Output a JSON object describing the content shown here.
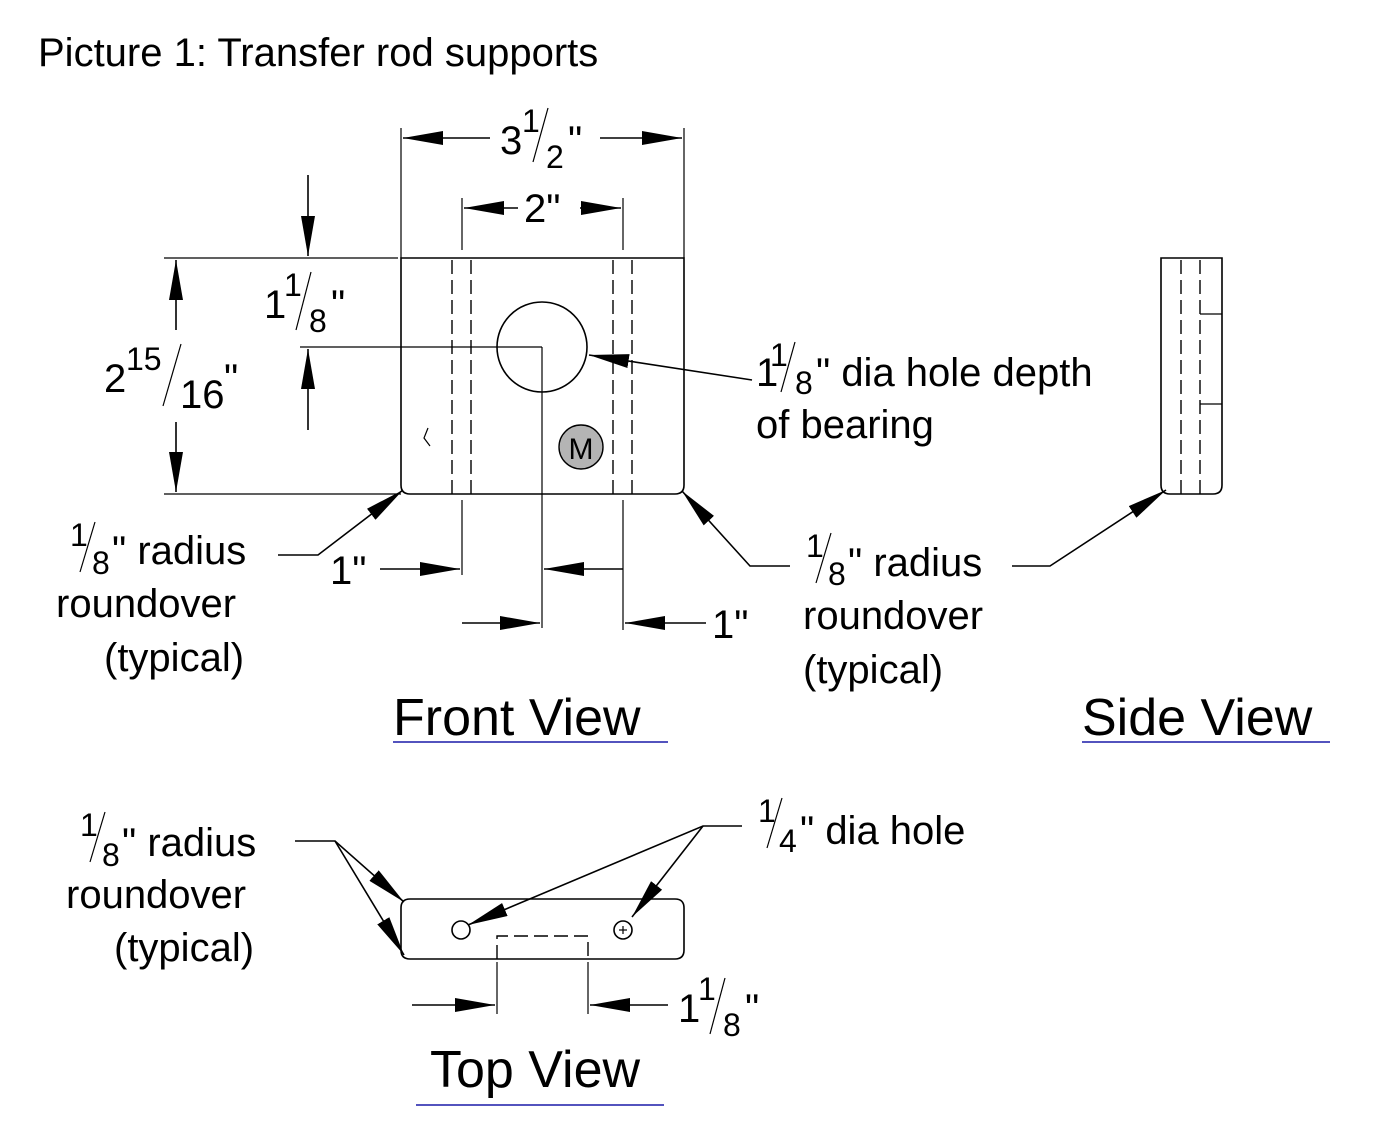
{
  "title": "Picture 1: Transfer rod supports",
  "dimensions": {
    "overall_width": {
      "whole": "3",
      "num": "1",
      "den": "2",
      "unit": "\""
    },
    "hole_spacing": "2\"",
    "hole_center_height": {
      "whole": "1",
      "num": "1",
      "den": "8",
      "unit": "\""
    },
    "overall_height": {
      "whole": "2",
      "num": "15",
      "den": "16",
      "unit": "\""
    },
    "left_offset": "1\"",
    "right_offset": "1\"",
    "top_slot_width": {
      "whole": "1",
      "num": "1",
      "den": "8",
      "unit": "\""
    }
  },
  "callouts": {
    "bearing_hole": {
      "whole": "1",
      "num": "1",
      "den": "8",
      "rest": "\" dia hole depth",
      "line2": "of bearing"
    },
    "roundover": {
      "num": "1",
      "den": "8",
      "rest": "\" radius",
      "line2": "roundover",
      "line3": "(typical)"
    },
    "small_hole": {
      "num": "1",
      "den": "4",
      "rest": "\" dia hole"
    }
  },
  "marker": "M",
  "views": {
    "front": "Front View",
    "side": "Side View",
    "top": "Top View"
  },
  "colors": {
    "underline": "#1a1aa8",
    "marker_fill": "#b4b4b4"
  }
}
